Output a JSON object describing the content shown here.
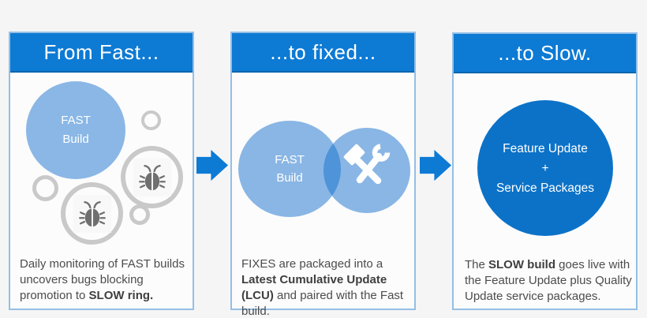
{
  "colors": {
    "accent_blue": "#0d7ad4",
    "light_blue_circle": "#8ab7e6",
    "venn_overlap": "#4f93d9",
    "dark_circle_blue": "#0c72c8",
    "ring_gray": "#c9c9c9",
    "bug_gray": "#6f6f6f",
    "body_text_gray": "#4c4c4c",
    "panel_border_blue": "#94bfe6"
  },
  "icons": {
    "bug": "bug-icon",
    "tools": "hammer-wrench-icon",
    "arrow": "arrow-right-icon"
  },
  "panels": [
    {
      "header": "From Fast...",
      "circle_lines": [
        "FAST",
        "Build"
      ],
      "description": {
        "pre": "Daily monitoring of FAST builds uncovers bugs blocking promotion to ",
        "bold": "SLOW ring.",
        "post": ""
      }
    },
    {
      "header": "...to fixed...",
      "circle_lines": [
        "FAST",
        "Build"
      ],
      "description": {
        "pre": "FIXES are packaged into a ",
        "bold": "Latest Cumulative Update (LCU)",
        "post": " and paired with the Fast build."
      }
    },
    {
      "header": "...to Slow.",
      "circle_lines": [
        "Feature Update",
        "+",
        "Service Packages"
      ],
      "description": {
        "pre": "The ",
        "bold": "SLOW build",
        "post": " goes live with the Feature Update plus Quality Update service packages."
      }
    }
  ]
}
